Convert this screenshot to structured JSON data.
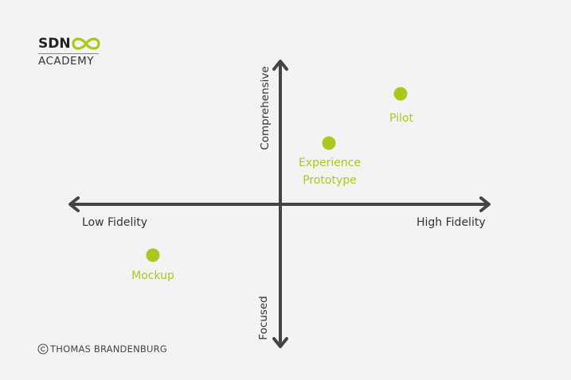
{
  "logo": {
    "brand": "SDN",
    "subtitle": "ACADEMY",
    "infinity_color": "#a8c81e"
  },
  "diagram": {
    "axes": {
      "x_left": "Low Fidelity",
      "x_right": "High Fidelity",
      "y_top": "Comprehensive",
      "y_bottom": "Focused"
    },
    "points": [
      {
        "lines": [
          "Pilot"
        ]
      },
      {
        "lines": [
          "Experience",
          "Prototype"
        ]
      },
      {
        "lines": [
          "Mockup"
        ]
      }
    ],
    "point_color": "#a8c81e",
    "axis_color": "#444444"
  },
  "footer": {
    "copyright": "THOMAS BRANDENBURG"
  }
}
